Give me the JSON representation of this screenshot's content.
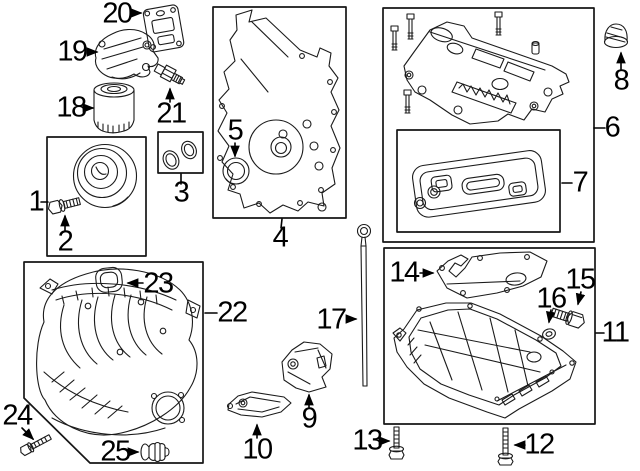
{
  "diagram": {
    "type": "exploded-engine-parts-diagram",
    "colors": {
      "background": "#ffffff",
      "line": "#1b1b1b",
      "label": "#000000"
    },
    "callouts": [
      {
        "label": "1",
        "part": "crankshaft-pulley-box"
      },
      {
        "label": "2",
        "part": "crankshaft-pulley-bolt"
      },
      {
        "label": "3",
        "part": "o-ring-seal-kit-box"
      },
      {
        "label": "4",
        "part": "timing-cover-box"
      },
      {
        "label": "5",
        "part": "crankshaft-front-seal"
      },
      {
        "label": "6",
        "part": "valve-cover-box"
      },
      {
        "label": "7",
        "part": "valve-cover-gasket-box"
      },
      {
        "label": "8",
        "part": "oil-filler-cap"
      },
      {
        "label": "9",
        "part": "mount-bracket"
      },
      {
        "label": "10",
        "part": "support-bracket"
      },
      {
        "label": "11",
        "part": "oil-pan-box"
      },
      {
        "label": "12",
        "part": "oil-pan-bolt-long"
      },
      {
        "label": "13",
        "part": "oil-pan-bolt-short"
      },
      {
        "label": "14",
        "part": "oil-pan-baffle-plate"
      },
      {
        "label": "15",
        "part": "oil-drain-plug"
      },
      {
        "label": "16",
        "part": "drain-plug-gasket"
      },
      {
        "label": "17",
        "part": "oil-level-dipstick"
      },
      {
        "label": "18",
        "part": "oil-filter"
      },
      {
        "label": "19",
        "part": "oil-filter-adapter"
      },
      {
        "label": "20",
        "part": "adapter-gasket"
      },
      {
        "label": "21",
        "part": "oil-pressure-sensor"
      },
      {
        "label": "22",
        "part": "intake-manifold-box"
      },
      {
        "label": "23",
        "part": "intake-manifold-gasket"
      },
      {
        "label": "24",
        "part": "manifold-bolt"
      },
      {
        "label": "25",
        "part": "manifold-insulator"
      }
    ]
  }
}
